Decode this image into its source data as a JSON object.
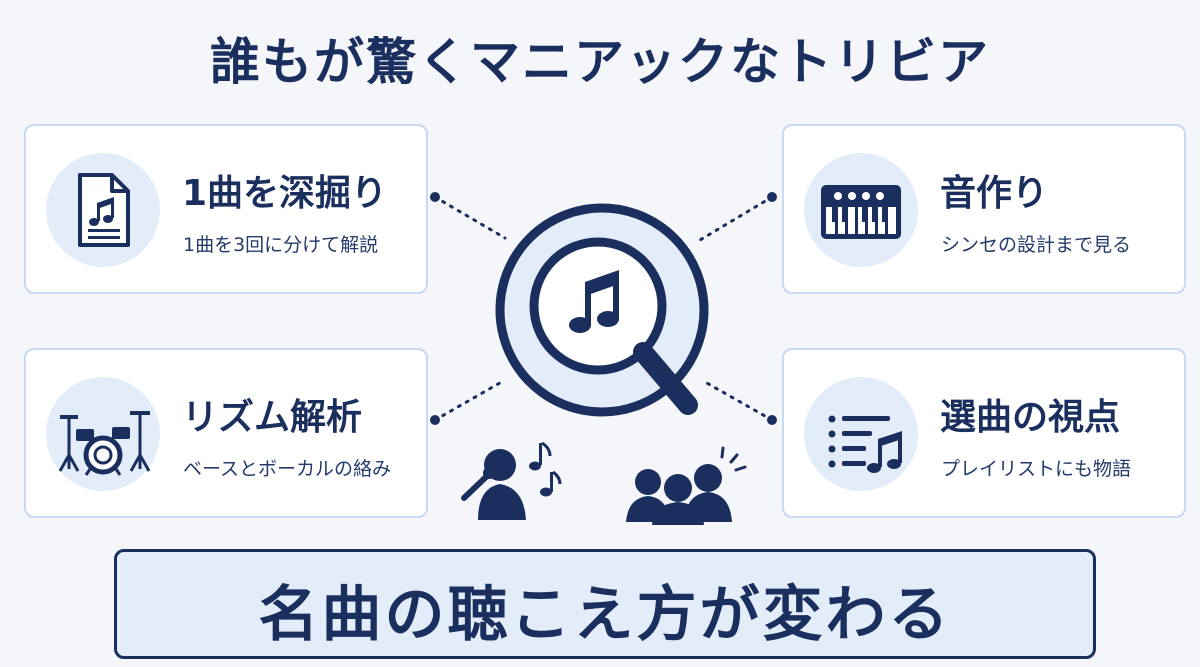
{
  "title": "誰もが驚くマニアックなトリビア",
  "cards": [
    {
      "title": "1曲を深掘り",
      "subtitle": "1曲を3回に分けて解説",
      "icon": "music-document-icon"
    },
    {
      "title": "リズム解析",
      "subtitle": "ベースとボーカルの絡み",
      "icon": "drum-kit-icon"
    },
    {
      "title": "音作り",
      "subtitle": "シンセの設計まで見る",
      "icon": "synthesizer-icon"
    },
    {
      "title": "選曲の視点",
      "subtitle": "プレイリストにも物語",
      "icon": "playlist-icon"
    }
  ],
  "center": {
    "icon": "magnifier-music-icon",
    "people_icons": [
      "singer-icon",
      "audience-icon"
    ]
  },
  "banner": "名曲の聴こえ方が変わる",
  "colors": {
    "navy": "#1b2f5e",
    "light_blue": "#e3edf9",
    "border": "#c9daf0",
    "background": "#f4f6fa"
  }
}
